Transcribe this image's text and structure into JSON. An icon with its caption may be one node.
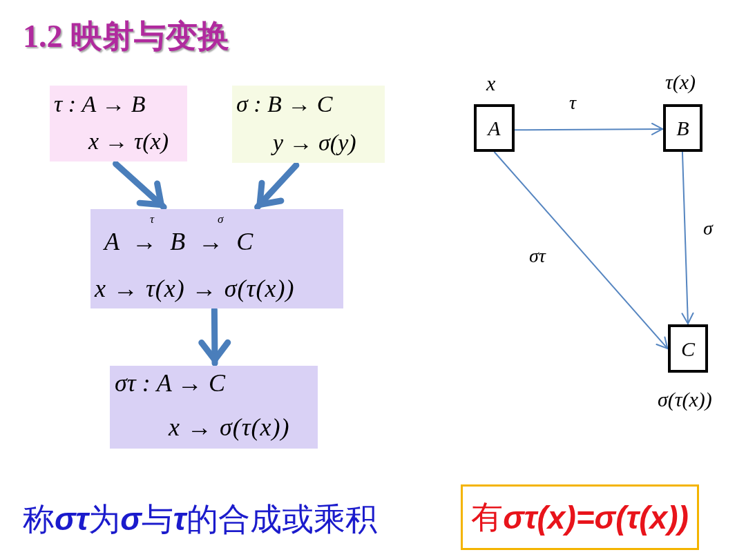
{
  "diagram": {
    "title": "1.2 映射与变换",
    "nodes": [
      {
        "text": [
          "τ : A → B",
          "x → τ(x)"
        ]
      },
      {
        "text": [
          "σ : B → C",
          "y → σ(y)"
        ]
      },
      {
        "text": [
          "τ",
          "σ",
          "A → B → C",
          "x → τ(x) → σ(τ(x))"
        ]
      },
      {
        "text": [
          "στ : A → C",
          "x → σ(τ(x))"
        ]
      },
      {
        "text": [
          "A"
        ],
        "beside": [
          "x"
        ]
      },
      {
        "text": [
          "B"
        ],
        "beside": [
          "τ(x)"
        ]
      },
      {
        "text": [
          "C"
        ],
        "beside": [
          "σ(τ(x))"
        ]
      },
      {
        "text": [
          "有**στ(x)=σ(τ(x))**"
        ]
      }
    ],
    "edges": [
      {
        "from": 0,
        "to": 2,
        "arrow": "to",
        "style": "thick"
      },
      {
        "from": 1,
        "to": 2,
        "arrow": "to",
        "style": "thick"
      },
      {
        "from": 2,
        "to": 3,
        "arrow": "to",
        "style": "thick"
      },
      {
        "from": 4,
        "to": 5,
        "arrow": "to",
        "label": "τ"
      },
      {
        "from": 5,
        "to": 6,
        "arrow": "to",
        "label": "σ"
      },
      {
        "from": 4,
        "to": 6,
        "arrow": "to",
        "label": "στ"
      }
    ],
    "labels": [
      "称**στ**为**σ**与**τ**的合成或乘积"
    ]
  }
}
